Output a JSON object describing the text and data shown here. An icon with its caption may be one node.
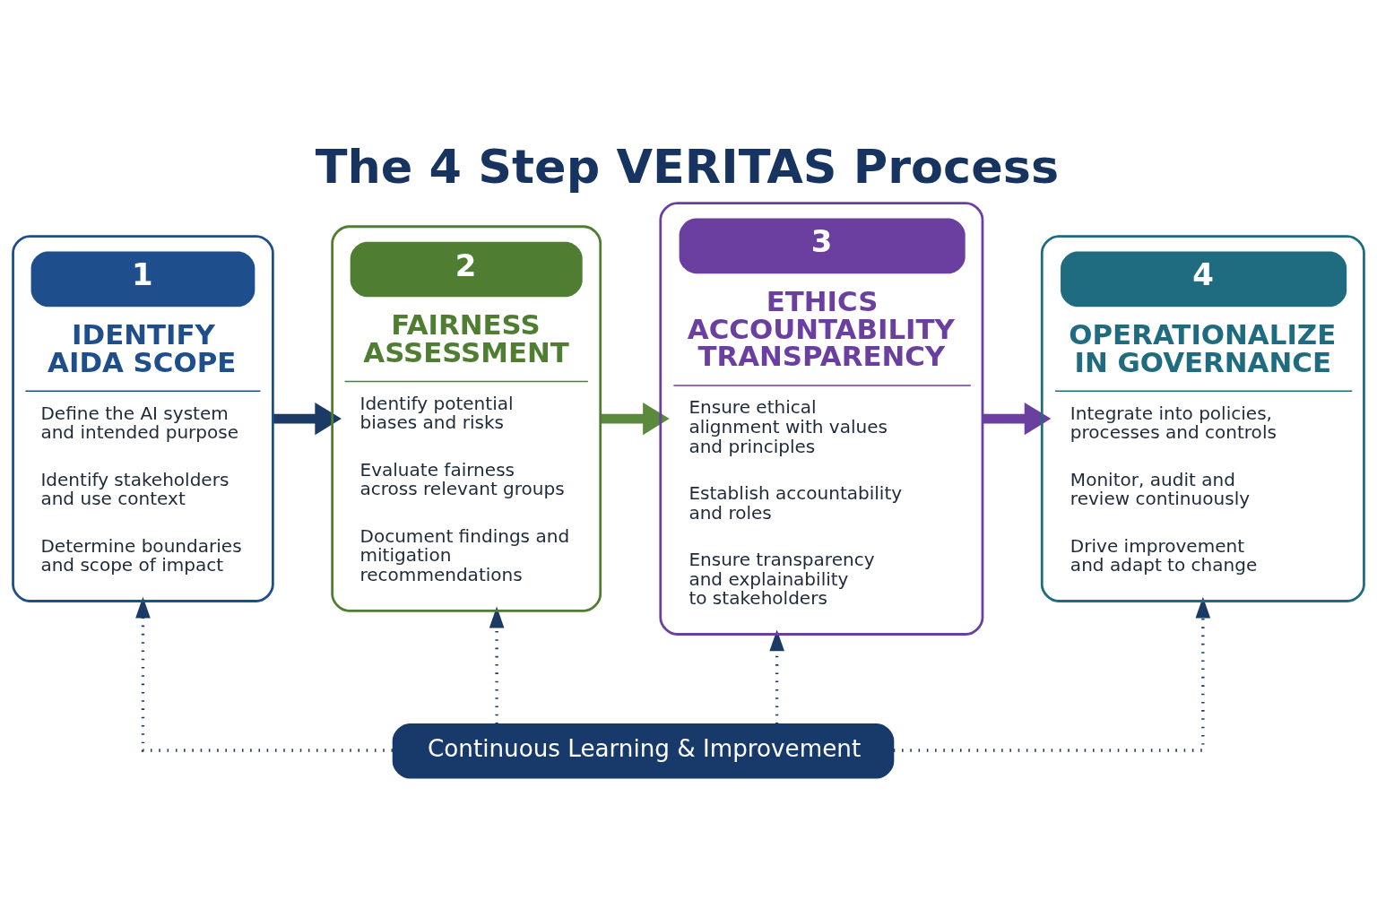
{
  "diagram": {
    "title": "The 4 Step VERITAS Process",
    "nodes": [
      {
        "text": [
          "1",
          "IDENTIFY AIDA SCOPE",
          "Define the AI system and intended purpose",
          "Identify stakeholders and use context",
          "Determine boundaries and scope of impact"
        ]
      },
      {
        "text": [
          "2",
          "FAIRNESS ASSESSMENT",
          "Identify potential biases and risks",
          "Evaluate fairness across relevant groups",
          "Document findings and mitigation recommendations"
        ]
      },
      {
        "text": [
          "3",
          "ETHICS ACCOUNTABILITY TRANSPARENCY",
          "Ensure ethical alignment with values and principles",
          "Establish accountability and roles",
          "Ensure transparency and explainability to stakeholders"
        ]
      },
      {
        "text": [
          "4",
          "OPERATIONALIZE IN GOVERNANCE",
          "Integrate into policies, processes and controls",
          "Monitor, audit and review continuously",
          "Drive improvement and adapt to change"
        ]
      },
      {
        "text": [
          "Continuous Learning & Improvement"
        ]
      }
    ],
    "edges": [
      {
        "from": 0,
        "to": 1,
        "arrow": "to",
        "style": "thick"
      },
      {
        "from": 1,
        "to": 2,
        "arrow": "to",
        "style": "thick",
        "color": "#5b8a3c"
      },
      {
        "from": 2,
        "to": 3,
        "arrow": "to",
        "style": "thick",
        "color": "#6b3fa0"
      },
      {
        "from": 4,
        "to": 0,
        "arrow": "to",
        "style": "dashed"
      },
      {
        "from": 4,
        "to": 1,
        "arrow": "to",
        "style": "dashed"
      },
      {
        "from": 4,
        "to": 2,
        "arrow": "to",
        "style": "dashed"
      },
      {
        "from": 4,
        "to": 3,
        "arrow": "to",
        "style": "dashed"
      }
    ]
  }
}
